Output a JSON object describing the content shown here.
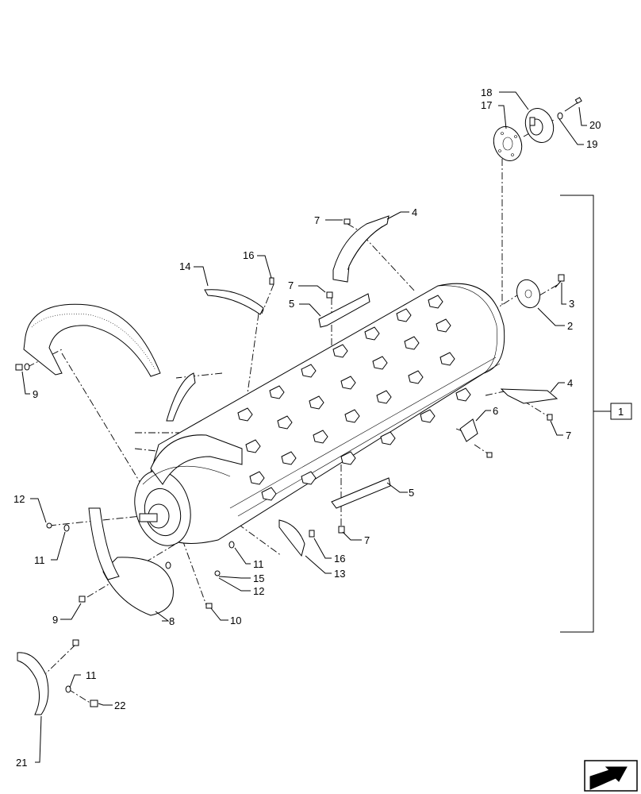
{
  "callouts": [
    {
      "id": "c18",
      "text": "18"
    },
    {
      "id": "c17",
      "text": "17"
    },
    {
      "id": "c20",
      "text": "20"
    },
    {
      "id": "c19",
      "text": "19"
    },
    {
      "id": "c7a",
      "text": "7"
    },
    {
      "id": "c4a",
      "text": "4"
    },
    {
      "id": "c14",
      "text": "14"
    },
    {
      "id": "c16a",
      "text": "16"
    },
    {
      "id": "c7b",
      "text": "7"
    },
    {
      "id": "c5a",
      "text": "5"
    },
    {
      "id": "c3",
      "text": "3"
    },
    {
      "id": "c2",
      "text": "2"
    },
    {
      "id": "c9a",
      "text": "9"
    },
    {
      "id": "c4b",
      "text": "4"
    },
    {
      "id": "c1",
      "text": "1"
    },
    {
      "id": "c6",
      "text": "6"
    },
    {
      "id": "c7c",
      "text": "7"
    },
    {
      "id": "c5b",
      "text": "5"
    },
    {
      "id": "c12a",
      "text": "12"
    },
    {
      "id": "c7d",
      "text": "7"
    },
    {
      "id": "c11a",
      "text": "11"
    },
    {
      "id": "c16b",
      "text": "16"
    },
    {
      "id": "c11b",
      "text": "11"
    },
    {
      "id": "c13",
      "text": "13"
    },
    {
      "id": "c15",
      "text": "15"
    },
    {
      "id": "c12b",
      "text": "12"
    },
    {
      "id": "c9b",
      "text": "9"
    },
    {
      "id": "c8",
      "text": "8"
    },
    {
      "id": "c10",
      "text": "10"
    },
    {
      "id": "c11c",
      "text": "11"
    },
    {
      "id": "c22",
      "text": "22"
    },
    {
      "id": "c21",
      "text": "21"
    }
  ],
  "nav_icon": "next-page-arrow-icon"
}
